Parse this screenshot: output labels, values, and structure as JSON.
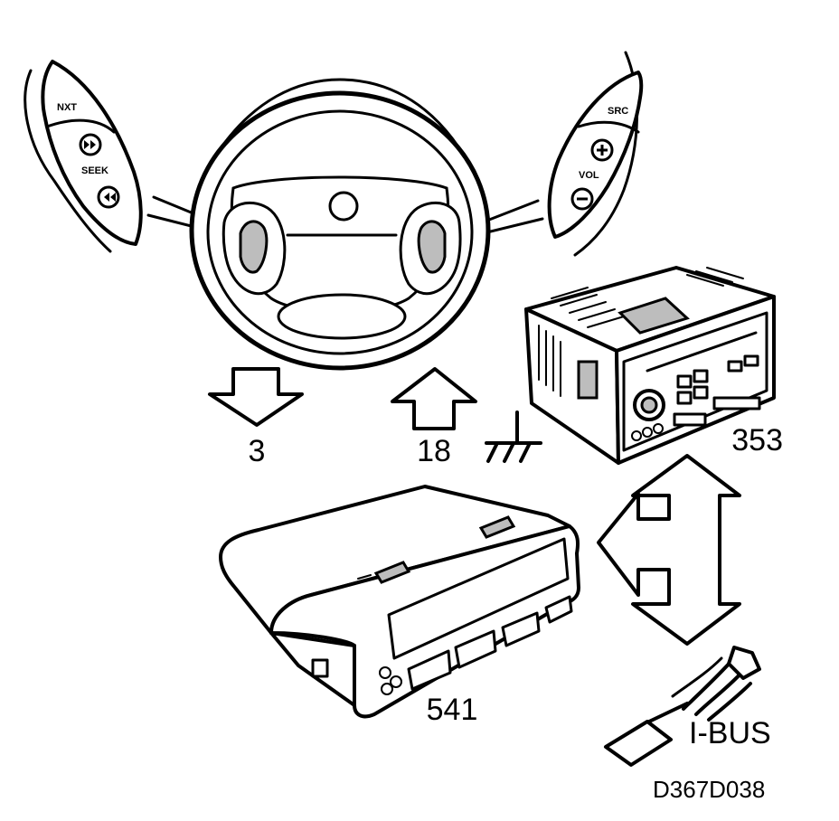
{
  "figure_code": "D367D038",
  "left_switch": {
    "buttons": [
      "NXT",
      "SEEK"
    ]
  },
  "right_switch": {
    "buttons": [
      "SRC",
      "VOL"
    ]
  },
  "labels": {
    "output_pin": "3",
    "input_pin": "18",
    "radio_unit": "353",
    "display_unit": "541",
    "bus": "I-BUS"
  }
}
